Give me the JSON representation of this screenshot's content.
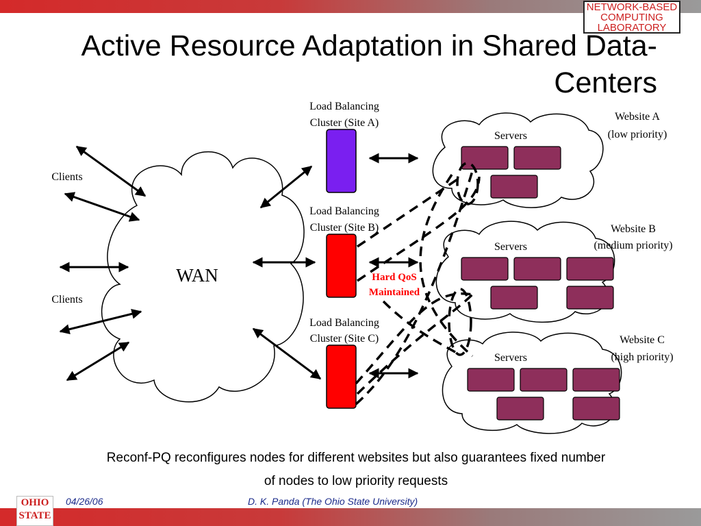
{
  "header": {
    "logo_lines": [
      "NETWORK-BASED",
      "COMPUTING",
      "LABORATORY"
    ],
    "title_line1": "Active Resource Adaptation in Shared Data-",
    "title_line2": "Centers",
    "accent_color": "#cc1f1f"
  },
  "diagram": {
    "wan_label": "WAN",
    "clients_top": "Clients",
    "clients_bottom": "Clients",
    "lb_a": [
      "Load Balancing",
      "Cluster (Site A)"
    ],
    "lb_b": [
      "Load Balancing",
      "Cluster (Site B)"
    ],
    "lb_c": [
      "Load Balancing",
      "Cluster (Site C)"
    ],
    "site_a": [
      "Website A",
      "(low priority)"
    ],
    "site_b": [
      "Website B",
      "(medium priority)"
    ],
    "site_c": [
      "Website C",
      "(high priority)"
    ],
    "servers_label": "Servers",
    "qos": [
      "Hard QoS",
      "Maintained"
    ],
    "lb_a_color": "#7a1ff0",
    "lb_bc_color": "#ff0000",
    "server_color": "#8e2f5b"
  },
  "caption": {
    "line1": "Reconf-PQ reconfigures nodes for different websites but also guarantees fixed number",
    "line2": "of nodes to low priority requests"
  },
  "footer": {
    "date": "04/26/06",
    "author": "D. K. Panda (The Ohio State University)",
    "logo_lines": [
      "OHIO",
      "STATE"
    ]
  }
}
